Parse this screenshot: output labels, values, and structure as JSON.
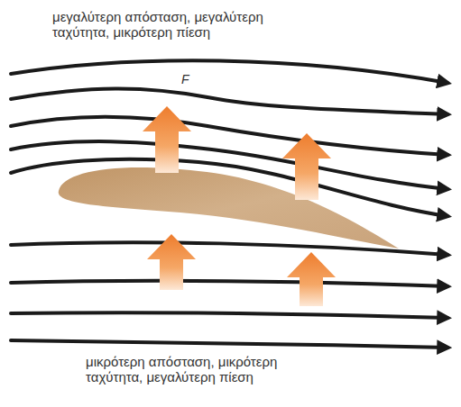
{
  "diagram": {
    "labels": [
      "μεγαλύτερη απόσταση, μεγαλύτερη ταχύτητα, μικρότερη πίεση",
      "F",
      "μικρότερη απόσταση, μικρότερη ταχύτητα, μεγαλύτερη πίεση"
    ]
  }
}
